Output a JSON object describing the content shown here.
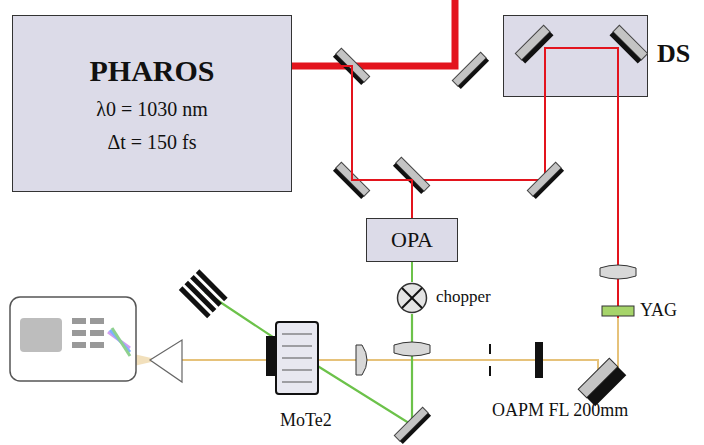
{
  "diagram": {
    "nodes": [
      {
        "text": [
          "PHAROS",
          "λ0 = 1030 nm",
          "Δt = 150 fs"
        ]
      },
      {
        "text": [
          "DS"
        ]
      },
      {
        "text": [
          "OPA"
        ]
      },
      {
        "text": [
          "chopper"
        ]
      }
    ],
    "edges": [
      {
        "from": 0,
        "to": 2,
        "arrow": "none"
      },
      {
        "from": 2,
        "to": 3,
        "arrow": "none"
      }
    ],
    "labels": [
      "YAG",
      "OAPM FL 200mm",
      "MoTe2"
    ]
  }
}
